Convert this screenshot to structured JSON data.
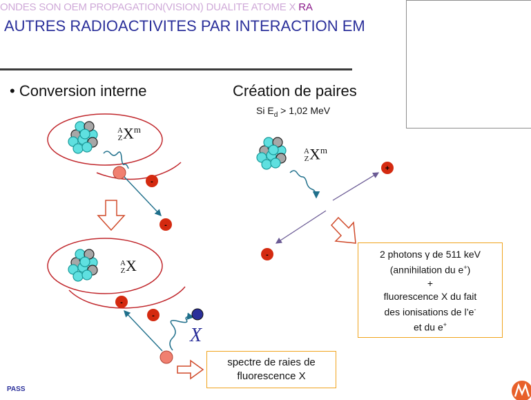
{
  "header": {
    "breadcrumb_main": "ONDES SON OEM PROPAGATION(VISION) DUALITE ATOME X ",
    "breadcrumb_highlight": "RA",
    "title": "AUTRES RADIOACTIVITES PAR INTERACTION EM"
  },
  "left": {
    "bullet_title": "Conversion interne",
    "nuclide_top": {
      "A": "A",
      "Z": "Z",
      "symbol": "X",
      "state": "m"
    },
    "nuclide_bottom": {
      "A": "A",
      "Z": "Z",
      "symbol": "X"
    },
    "x_label": "X",
    "electron_charge": "-"
  },
  "right": {
    "title": "Création de paires",
    "condition_prefix": "Si E",
    "condition_sub": "d",
    "condition_suffix": " > 1,02 MeV",
    "nuclide": {
      "A": "A",
      "Z": "Z",
      "symbol": "X",
      "state": "m"
    },
    "positron_charge": "+",
    "electron_charge": "-"
  },
  "annihilation_box": {
    "line1": "2 photons γ de 511 keV",
    "line2_prefix": "(annihilation du e",
    "line2_sup": "+",
    "line2_suffix": ")",
    "line3": "+",
    "line4": "fluorescence X du fait",
    "line5_prefix": "des ionisations de l’e",
    "line5_sup": "-",
    "line6_prefix": "et du e",
    "line6_sup": "+"
  },
  "spectre_box": {
    "line1": "spectre de raies de",
    "line2": "fluorescence X"
  },
  "footer": {
    "label": "PASS"
  },
  "colors": {
    "nucleon_cyan": "#5fe0e0",
    "nucleon_gray": "#a7a7a7",
    "electron_red": "#d42a10",
    "vacancy_salmon": "#f08070",
    "orbit": "#c0262b",
    "arrow_outline": "#d04a2a",
    "photon_blue": "#1f6f8b",
    "box_border": "#f0a31c",
    "title_blue": "#2a2f9a"
  }
}
